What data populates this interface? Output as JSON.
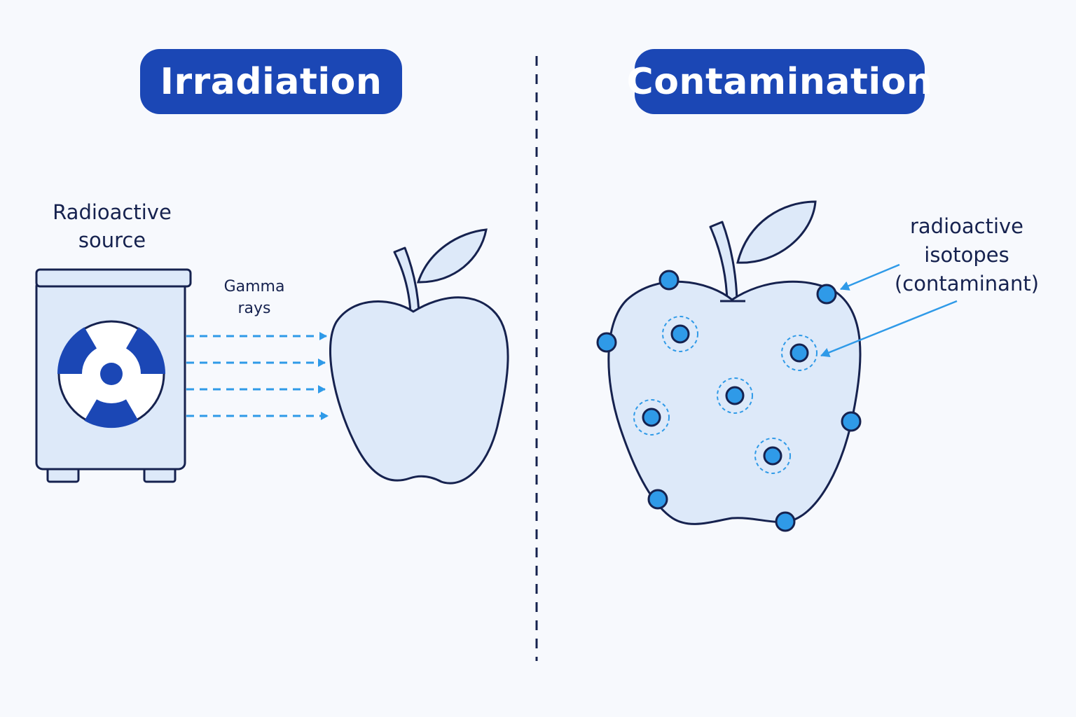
{
  "panels": {
    "left": {
      "title": "Irradiation"
    },
    "right": {
      "title": "Contamination"
    }
  },
  "labels": {
    "source_line1": "Radioactive",
    "source_line2": "source",
    "gamma_line1": "Gamma",
    "gamma_line2": "rays",
    "isotope_line1": "radioactive",
    "isotope_line2": "isotopes",
    "isotope_line3": "(contaminant)"
  },
  "icons": {
    "source": "radiation-trefoil-icon",
    "apple": "apple-icon"
  },
  "colors": {
    "title_bg": "#1b47b5",
    "outline": "#16224f",
    "fill": "#dde9f9",
    "ray": "#2f9ae8",
    "particle": "#2f9ae8",
    "trefoil": "#1b47b5"
  }
}
